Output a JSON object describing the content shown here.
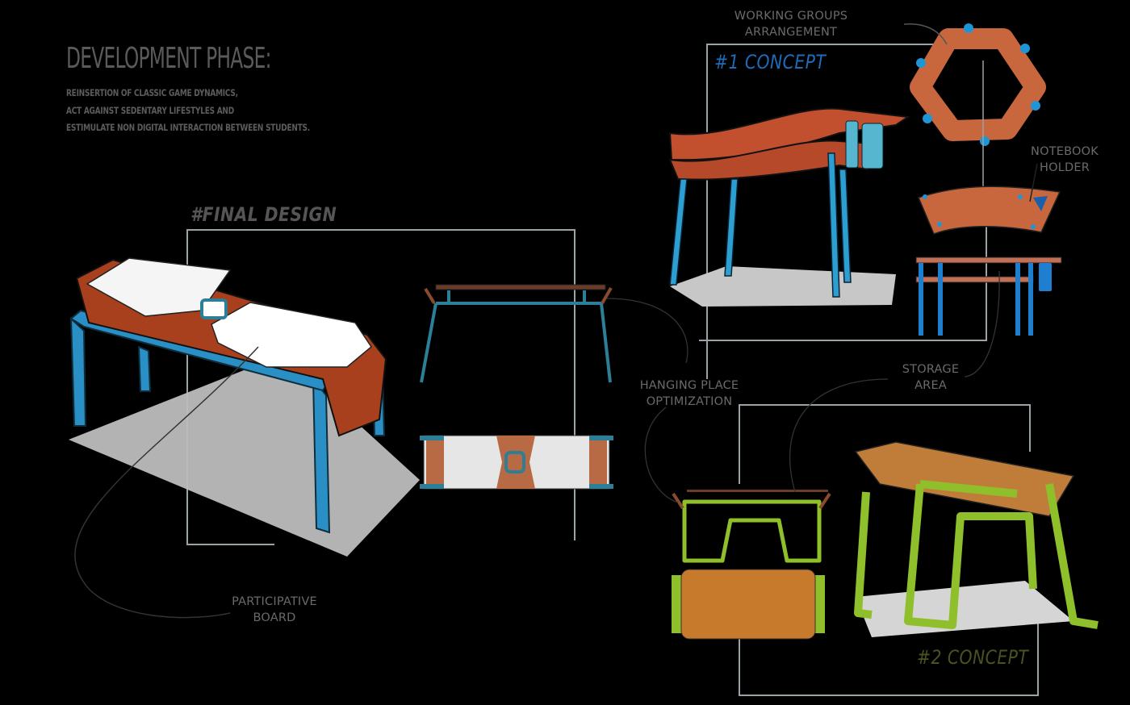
{
  "header": {
    "title": "DEVELOPMENT PHASE:",
    "description_lines": [
      "REINSERTION OF CLASSIC GAME DYNAMICS,",
      "ACT AGAINST SEDENTARY LIFESTYLES AND",
      "ESTIMULATE NON DIGITAL INTERACTION BETWEEN STUDENTS."
    ]
  },
  "sections": {
    "final_design": {
      "label": "#FINAL DESIGN",
      "color": "#555555"
    },
    "concept_1": {
      "label": "#1 CONCEPT",
      "color": "#1f6bb8"
    },
    "concept_2": {
      "label": "#2 CONCEPT",
      "color": "#4a5220"
    }
  },
  "annotations": {
    "working_groups": {
      "line1": "WORKING GROUPS",
      "line2": "ARRANGEMENT"
    },
    "notebook_holder": {
      "line1": "NOTEBOOK",
      "line2": "HOLDER"
    },
    "hanging_place": {
      "line1": "HANGING PLACE",
      "line2": "OPTIMIZATION"
    },
    "storage_area": {
      "line1": "STORAGE",
      "line2": "AREA"
    },
    "participative_board": {
      "line1": "PARTICIPATIVE",
      "line2": "BOARD"
    }
  },
  "colors": {
    "background": "#000000",
    "wood_red": "#b44a26",
    "wood_orange": "#c8783a",
    "leg_blue": "#2a8fc4",
    "frame_teal": "#2c7f96",
    "frame_green": "#8fbf2a",
    "board_white": "#f2f2f2",
    "shadow_gray": "#bdbdbd",
    "frame_line": "#9aa3a6"
  }
}
